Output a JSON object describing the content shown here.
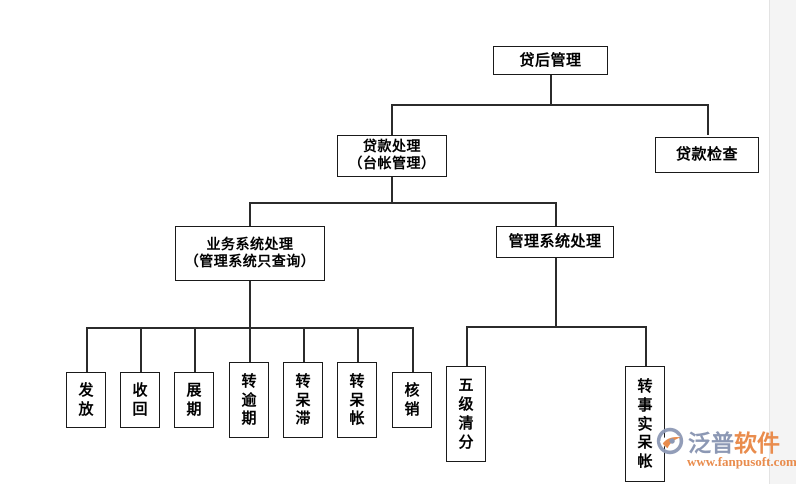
{
  "diagram": {
    "title": "贷后管理",
    "nodes": {
      "root": {
        "label": "贷后管理"
      },
      "loan_processing": {
        "line1": "贷款处理",
        "line2": "（台帐管理）"
      },
      "loan_inspection": {
        "label": "贷款检查"
      },
      "business_system": {
        "line1": "业务系统处理",
        "line2": "（管理系统只查询）"
      },
      "management_system": {
        "label": "管理系统处理"
      }
    },
    "business_leaves": [
      {
        "label": "发放",
        "chars": [
          "发",
          "放"
        ]
      },
      {
        "label": "收回",
        "chars": [
          "收",
          "回"
        ]
      },
      {
        "label": "展期",
        "chars": [
          "展",
          "期"
        ]
      },
      {
        "label": "转逾期",
        "chars": [
          "转",
          "逾",
          "期"
        ]
      },
      {
        "label": "转呆滞",
        "chars": [
          "转",
          "呆",
          "滞"
        ]
      },
      {
        "label": "转呆帐",
        "chars": [
          "转",
          "呆",
          "帐"
        ]
      },
      {
        "label": "核销",
        "chars": [
          "核",
          "销"
        ]
      }
    ],
    "management_leaves": [
      {
        "label": "五级清分",
        "chars": [
          "五",
          "级",
          "清",
          "分"
        ]
      },
      {
        "label": "转事实呆帐",
        "chars": [
          "转",
          "事",
          "实",
          "呆",
          "帐"
        ]
      }
    ],
    "colors": {
      "line": "#2b2b2b",
      "box_border": "#1a1a1a",
      "text": "#000000",
      "background": "#ffffff",
      "gutter": "#f4f4f4"
    }
  },
  "watermark": {
    "brand_prefix": "泛普",
    "brand_suffix": "软件",
    "url": "www.fanpusoft.com",
    "brand_color": "#8c98b4",
    "accent_color": "#e98c4d"
  }
}
